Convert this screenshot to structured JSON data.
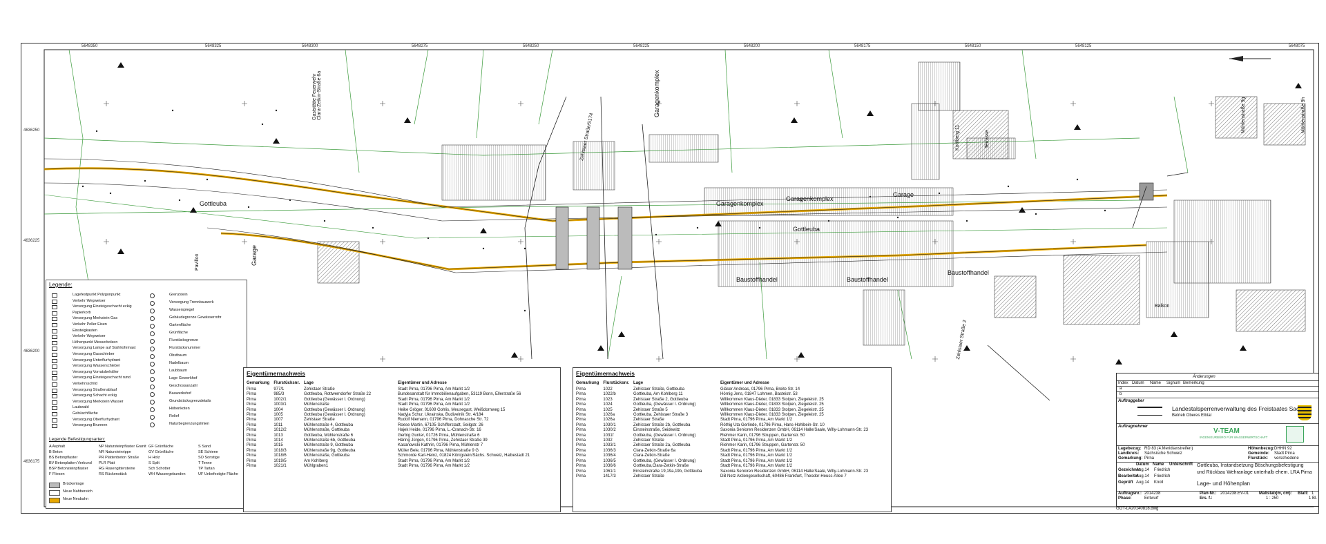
{
  "coords_top": [
    "5648350",
    "5648325",
    "5648300",
    "5648275",
    "5648250",
    "5648225",
    "5648200",
    "5648175",
    "5648150",
    "5648125",
    "5648075"
  ],
  "coords_left": [
    "4636250",
    "4636225",
    "4636200",
    "4636175"
  ],
  "map_labels": {
    "gottleuba_left": "Gottleuba",
    "gottleuba_mid": "Gottleuba",
    "garagenkomplex1": "Garagenkomplex",
    "garagenkomplex2": "Garagenkomplex",
    "garagenkomplex3": "Garagenkomplex",
    "garage": "Garage",
    "garage_left": "Garage",
    "baustoff1": "Baustoffhandel",
    "baustoff2": "Baustoffhandel",
    "baustoff3": "Baustoffhandel",
    "zehist1": "Zehistaer Straße/S174",
    "zehist2": "Zehistaer Straße 2",
    "kohlberg": "Kohlberg 11",
    "terrasse": "Terrasse",
    "muehlen1": "Mühlenstraße 9g",
    "muehlen2": "Mühlenstraße 9h",
    "gaststaette": "Gaststätte Feuerwehr\nClara-Zetkin-Straße 6a",
    "pavillon": "Pavillon",
    "balkon": "Balkon"
  },
  "legend": {
    "title": "Legende:",
    "left_items": [
      "Lagefestpunkt Polygonpunkt",
      "Verkehr Wegweiser",
      "Versorgung Einsteigeschacht eckig",
      "Papierkorb",
      "Versorgung Merkstein Gas",
      "Verkehr Poller Eisen",
      "Einsteigkasten",
      "Verkehr Wegweiser",
      "Höhenpunkt Messerbolzen",
      "Versorgung Lampe auf Stahlrohrmast",
      "Versorgung Gasschieber",
      "Versorgung Unterflurhydrant",
      "Versorgung Wasserschieber",
      "Versorgung Vorratsbehälter",
      "Versorgung Einsteigeschacht rund",
      "Verkehrsschild",
      "Versorgung Straßenablauf",
      "Versorgung Schacht eckig",
      "Versorgung Merkstein Wasser",
      "Laubwald",
      "Gebüschfläche",
      "Versorgung Oberflurhydrant",
      "Versorgung Brunnen"
    ],
    "right_items": [
      "Grenzstein",
      "Versorgung Trennbauwerk",
      "Wasserspiegel",
      "Gebäudegrenze Gewässerrohr",
      "Gartenfläche",
      "Grünfläche",
      "Flurstücksgrenze",
      "Flurstücksnummer",
      "Obstbaum",
      "Nadelbaum",
      "Laubbaum",
      "Lage Gewerkhof",
      "Geschossanzahl",
      "Bauwerkshof",
      "Grundstücksgrenzdetails",
      "Höhenkoten",
      "Relief",
      "Naturbegrenzungslinien"
    ],
    "fastening_title": "Legende Befestigungsarten:",
    "fastening_cols": [
      [
        "A  Asphalt",
        "B  Beton",
        "BS  Betonpflaster",
        "BV  Betonplatten Verbund",
        "BSP  Betonsteinpflaster",
        "F  Fliesen"
      ],
      [
        "NP  Natursteinpflaster Granit",
        "NR  Natursteinrippe",
        "PR  Plattenbeton Straße",
        "PLR  Platt",
        "RG  Rasengittersteine",
        "RS  Rückenstück"
      ],
      [
        "GF  Grünfläche",
        "GV  Grünfläche",
        "H  Holz",
        "S  Split",
        "Sch  Schotter",
        "WH  Wassergebunden"
      ],
      [
        "S  Sand",
        "SE  Schiene",
        "SO  Sonstige",
        "T  Tenne",
        "TP  Tartan",
        "UF  Unbefestigte Fläche"
      ]
    ],
    "swatches": [
      "Brückenlage",
      "Neue Nahbereich",
      "Neue Neubahn"
    ]
  },
  "owners_left": {
    "title": "Eigentümernachweis",
    "headers": [
      "Gemarkung",
      "Flurstücksnr.",
      "Lage",
      "Eigentümer und Adresse"
    ],
    "rows": [
      [
        "Pirna",
        "977/1",
        "Zehistaer Straße",
        "Stadt Pirna, 01796 Pirna, Am Markt 1/2"
      ],
      [
        "Pirna",
        "985/3",
        "Gottleuba, Rottwerndorfer Straße 22",
        "Bundesanstalt für Immobilienaufgaben, 53119 Bonn, Ellerstraße 56"
      ],
      [
        "Pirna",
        "1002/1",
        "Gottleuba (Gewässer I. Ordnung)",
        "Stadt Pirna, 01796 Pirna, Am Markt 1/2"
      ],
      [
        "Pirna",
        "1003/1",
        "Mühlenstraße",
        "Stadt Pirna, 01796 Pirna, Am Markt 1/2"
      ],
      [
        "Pirna",
        "1004",
        "Gottleuba (Gewässer I. Ordnung)",
        "Heike Gröger, 01609 Gohlis, Meusegast, Weißdornweg 15"
      ],
      [
        "Pirna",
        "1005",
        "Gottleuba (Gewässer I. Ordnung)",
        "Nadyja Schur, Ukrainska, Budivelnik Str. 4/184"
      ],
      [
        "Pirna",
        "1007",
        "Zehistaer Straße",
        "Rudolf Niemann, 01796 Pirna, Dohnasche Str. 72"
      ],
      [
        "Pirna",
        "1011",
        "Mühlenstraße 4, Gottleuba",
        "Roese Martin, 67105 Schifferstadt, Seilgstr. 26"
      ],
      [
        "Pirna",
        "1012/2",
        "Mühlenstraße, Gottleuba",
        "Hajek Heide, 01796 Pirna, L.-Cranach-Str. 16"
      ],
      [
        "Pirna",
        "1013",
        "Gottleuba, Mühlenstraße 6",
        "Gerbig Gunter, 01726 Pirna, Mühlenstraße 6"
      ],
      [
        "Pirna",
        "1014",
        "Mühlenstraße 6b, Gottleuba",
        "Häring Jürgen, 01796 Pirna, Zehistaer Straße 39"
      ],
      [
        "Pirna",
        "1015",
        "Mühlenstraße 9, Gottleuba",
        "Kasanowski Kathrin, 01796 Pirna, Mühlenstr 7"
      ],
      [
        "Pirna",
        "1018/3",
        "Mühlenstraße 9g, Gottleuba",
        "Müller Bele, 01796 Pirna, Mühlenstraße 9 G"
      ],
      [
        "Pirna",
        "1018/6",
        "Mühlenstraße, Gottleuba",
        "Schmorde Karl-Heinz, 01824 Königstein/Sächs. Schweiz, Halbestadt 21"
      ],
      [
        "Pirna",
        "1019/5",
        "Am Kohlberg",
        "Stadt Pirna, 01796 Pirna, Am Markt 1/2"
      ],
      [
        "Pirna",
        "1021/1",
        "Mühlgraben1",
        "Stadt Pirna, 01796 Pirna, Am Markt 1/2"
      ]
    ]
  },
  "owners_right": {
    "title": "Eigentümernachweis",
    "headers": [
      "Gemarkung",
      "Flurstücksnr.",
      "Lage",
      "Eigentümer und Adresse"
    ],
    "rows": [
      [
        "Pirna",
        "1022",
        "Zehistaer Straße, Gottleuba",
        "Gläser Andreas, 01796 Pirna, Breite Str. 14"
      ],
      [
        "Pirna",
        "1022/b",
        "Gottleuba, Am Kohlberg 11",
        "Hörnig Jens, 01847 Lohmen, Basteistr. 53"
      ],
      [
        "Pirna",
        "1023",
        "Zehistaer Straße 2, Gottleuba",
        "Willkommen Klaus-Dieter, 01833 Stolpen, Ziegeleistr. 25"
      ],
      [
        "Pirna",
        "1024",
        "Gottleuba, (Gewässer I. Ordnung)",
        "Willkommen Klaus-Dieter, 01833 Stolpen, Ziegeleistr. 25"
      ],
      [
        "Pirna",
        "1025",
        "Zehistaer Straße 5",
        "Willkommen Klaus-Dieter, 01833 Stolpen, Ziegeleistr. 25"
      ],
      [
        "Pirna",
        "1026a",
        "Gottleuba, Zehistaer Straße 3",
        "Willkommen Klaus-Dieter, 01833 Stolpen, Ziegeleistr. 25"
      ],
      [
        "Pirna",
        "1026a",
        "Zehistaer Straße",
        "Stadt Pirna, 01796 Pirna, Am Markt 1/2"
      ],
      [
        "Pirna",
        "1030/1",
        "Zehistaer Straße 2b, Gottleuba",
        "Röthig Uta Gerlinde, 01796 Pirna, Hans-Hohlbein-Str. 10"
      ],
      [
        "Pirna",
        "1030/2",
        "Einsteinstraße, Seidewitz",
        "Saxonia Senioren Residenzen GmbH, 06114 Halle/Saale, Willy-Lohmann-Str. 23"
      ],
      [
        "Pirna",
        "1031f",
        "Gottleuba, (Gewässer I. Ordnung)",
        "Riehmer Karin, 01796 Struppen, Gartenstr. 50"
      ],
      [
        "Pirna",
        "1032",
        "Zehistaer Straße",
        "Stadt Pirna, 01796 Pirna, Am Markt 1/2"
      ],
      [
        "Pirna",
        "1033/1",
        "Zehistaer Straße 2a, Gottleuba",
        "Riehmer Karin, 01796 Struppen, Gartenstr. 50"
      ],
      [
        "Pirna",
        "1036/3",
        "Clara-Zetkin-Straße 6a",
        "Stadt Pirna, 01796 Pirna, Am Markt 1/2"
      ],
      [
        "Pirna",
        "1036/4",
        "Clara-Zetkin-Straße",
        "Stadt Pirna, 01796 Pirna, Am Markt 1/2"
      ],
      [
        "Pirna",
        "1036/5",
        "Gottleuba, (Gewässer I. Ordnung)",
        "Stadt Pirna, 01796 Pirna, Am Markt 1/2"
      ],
      [
        "Pirna",
        "1036/6",
        "Gottleuba,Clara-Zetkin-Straße",
        "Stadt Pirna, 01796 Pirna, Am Markt 1/2"
      ],
      [
        "Pirna",
        "1061/1",
        "Einsteinstraße 19,19a,19b, Gottleuba",
        "Saxonia Senioren Residenzen GmbH, 06114 Halle/Saale, Willy-Lohmann-Str. 23"
      ],
      [
        "Pirna",
        "1417/3",
        "Zehistaer Straße",
        "DB Netz Aktiengesellschaft, 60486 Frankfurt, Theodor-Heuss-Allee 7"
      ]
    ]
  },
  "titleblock": {
    "changes_title": "Änderungen",
    "changes_headers": [
      "Index",
      "Datum",
      "Name",
      "Signum",
      "Bemerkung"
    ],
    "changes_rows": [
      "a",
      "b"
    ],
    "client_label": "Auftraggeber",
    "client_name": "Landestalsperrenverwaltung des Freistaates Sachsen",
    "client_sub": "Betrieb Oberes Elbtal",
    "contractor_label": "Auftragnehmer",
    "contractor_name": "V-TEAM",
    "contractor_sub": "INGENIEURBÜRO FÜR WASSERWIRTSCHAFT",
    "lagebezug_label": "Lagebezug:",
    "lagebezug": "RD 83 (4.Meridianstreifen)",
    "landkreis_label": "Landkreis:",
    "landkreis": "Sächsische Schweiz",
    "gemarkung_label": "Gemarkung:",
    "gemarkung": "Pirna",
    "hoehenbezug_label": "Höhenbezug:",
    "hoehenbezug": "DHHN 92",
    "gemeinde_label": "Gemeinde:",
    "gemeinde": "Stadt Pirna",
    "flurstueck_label": "Flurstück:",
    "flurstueck": "verschiedene",
    "sig_headers": [
      "Datum",
      "Name",
      "Unterschrift"
    ],
    "sig_rows": [
      [
        "Gezeichnet",
        "Aug.14",
        "Friedrich"
      ],
      [
        "Bearbeitet",
        "Aug.14",
        "Friedrich"
      ],
      [
        "Geprüft",
        "Aug.14",
        "Knoll"
      ]
    ],
    "project_line1": "Gottleuba, Instandsetzung Böschungsbefestigung",
    "project_line2": "und Rückbau Wehranlage unterhalb ehem. LRA Pirna",
    "plan_title": "Lage- und Höhenplan",
    "auftrag_label": "Auftragsnr.:",
    "auftrag": "2014238",
    "phase_label": "Phase:",
    "phase": "Entwurf",
    "plannr_label": "Plan-Nr.:",
    "plannr": "2014238.EV-01",
    "ersetzt_label": "Ers. f.:",
    "massstab_label": "Maßstab(m, cm):",
    "massstab": "1 : 250",
    "blatt_label": "Blatt:",
    "blatt": "1",
    "blatt_von": "1 Bl.",
    "filename": "GOT-LA20140818.dwg"
  },
  "colors": {
    "road": "#e8a800",
    "water": "#3a9a3a",
    "line": "#222222"
  }
}
